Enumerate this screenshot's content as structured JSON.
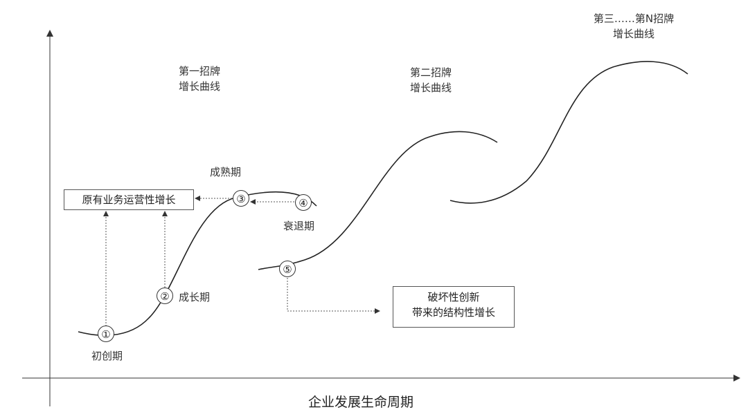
{
  "curves": {
    "first_label": [
      "第一招牌",
      "增长曲线"
    ],
    "second_label": [
      "第二招牌",
      "增长曲线"
    ],
    "nth_label": [
      "第三……第N招牌",
      "增长曲线"
    ]
  },
  "stages": {
    "s1": {
      "marker": "①",
      "label": "初创期"
    },
    "s2": {
      "marker": "②",
      "label": "成长期"
    },
    "s3": {
      "marker": "③",
      "label": "成熟期"
    },
    "s4": {
      "marker": "④",
      "label": "衰退期"
    },
    "s5": {
      "marker": "⑤"
    }
  },
  "boxes": {
    "operational_growth": "原有业务运营性增长",
    "disruptive_growth": [
      "破坏性创新",
      "带来的结构性增长"
    ]
  },
  "axis": {
    "x_title": "企业发展生命周期"
  },
  "colors": {
    "line": "#222222",
    "dashed": "#555555",
    "axis": "#333333"
  }
}
